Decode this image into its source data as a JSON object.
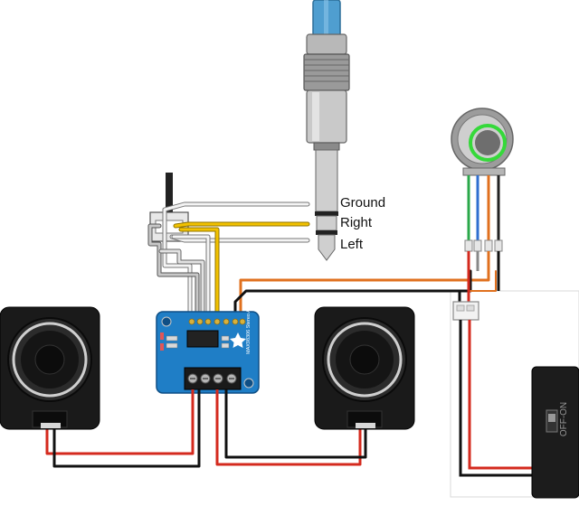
{
  "jack_labels": {
    "ground": "Ground",
    "right": "Right",
    "left": "Left"
  },
  "amplifier": {
    "brand": "Adafruit",
    "model": "MAX98306 Stereo Amplifier"
  },
  "battery_box": {
    "switch_label": "OFF-ON"
  },
  "components": [
    "quarter-inch-audio-jack-plug",
    "vertical-potentiometer-slider",
    "stereo-amplifier-board",
    "left-speaker",
    "right-speaker",
    "illuminated-push-button",
    "jst-connector",
    "battery-box"
  ],
  "colors": {
    "amp_board": "#1f7ec6",
    "wire_red": "#d42a1e",
    "wire_black": "#111111",
    "wire_yellow": "#f2c200",
    "wire_orange": "#e0701e",
    "wire_green": "#2aa84a",
    "wire_blue": "#2f6fd0",
    "button_ring": "#35d93a"
  }
}
